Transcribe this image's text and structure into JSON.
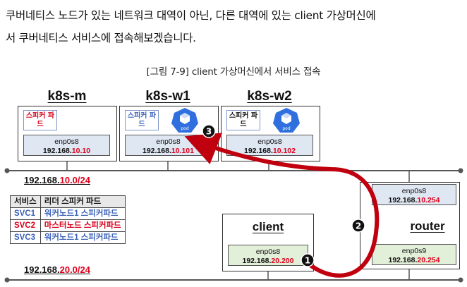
{
  "paragraph": {
    "line1": "쿠버네티스 노드가 있는 네트워크 대역이 아닌, 다른 대역에 있는 client 가상머신에",
    "line2": "서 쿠버네티스 서비스에 접속해보겠습니다."
  },
  "caption": "[그림 7-9] client 가상머신에서 서비스 접속",
  "nodes": {
    "k8s_m": {
      "title": "k8s-m",
      "speaker": "스피커 파드",
      "iface": "enp0s8",
      "ip_prefix": "192.168.",
      "ip_red": "10.10"
    },
    "k8s_w1": {
      "title": "k8s-w1",
      "speaker": "스피커 파드",
      "iface": "enp0s8",
      "ip_prefix": "192.168.",
      "ip_red": "10.101",
      "pod_label": "pod"
    },
    "k8s_w2": {
      "title": "k8s-w2",
      "speaker": "스피커 파드",
      "iface": "enp0s8",
      "ip_prefix": "192.168.",
      "ip_red": "10.102",
      "pod_label": "pod"
    },
    "client": {
      "title": "client",
      "iface": "enp0s8",
      "ip_prefix": "192.168.",
      "ip_red": "20.200"
    },
    "router": {
      "title": "router",
      "iface_top": "enp0s8",
      "ip_top_prefix": "192.168.",
      "ip_top_red": "10.254",
      "iface_bottom": "enp0s9",
      "ip_bottom_prefix": "192.168.",
      "ip_bottom_red": "20.254"
    }
  },
  "networks": {
    "net1": {
      "prefix": "192.168.",
      "red": "10.0/24"
    },
    "net2": {
      "prefix": "192.168.",
      "red": "20.0/24"
    }
  },
  "service_table": {
    "headers": [
      "서비스",
      "리더 스피커 파드"
    ],
    "rows": [
      {
        "svc": "SVC1",
        "leader": "워커노드1 스피커파드",
        "color": "#3a62b8"
      },
      {
        "svc": "SVC2",
        "leader": "마스터노드 스피커파드",
        "color": "#d9001b"
      },
      {
        "svc": "SVC3",
        "leader": "워커노드1 스피커파드",
        "color": "#3a62b8"
      }
    ]
  },
  "steps": [
    "1",
    "2",
    "3"
  ],
  "colors": {
    "path": "#c0000f",
    "pod": "#2f6fde",
    "speaker_border": "#7f96c8",
    "iface_blue": "#dfe7f3",
    "iface_green": "#e2efd9"
  }
}
